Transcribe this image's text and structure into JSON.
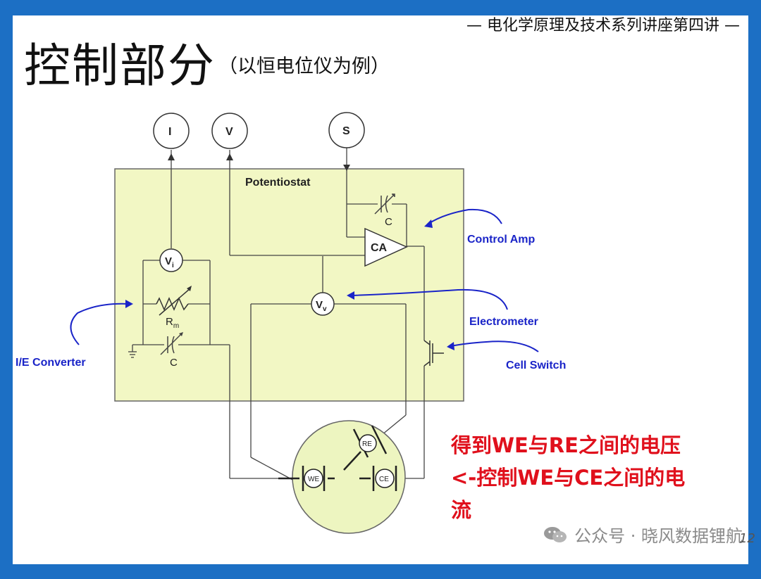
{
  "slide": {
    "series_label": "— 电化学原理及技术系列讲座第四讲 —",
    "title": "控制部分",
    "subtitle": "（以恒电位仪为例）",
    "note_line1": "得到WE与RE之间的电压",
    "note_line2": "<-控制WE与CE之间的电",
    "note_line3": "流",
    "watermark": "公众号 · 晓风数据锂航",
    "page_number": "12"
  },
  "diagram": {
    "box_label": "Potentiostat",
    "meters": {
      "current": "I",
      "voltage": "V",
      "switch": "S"
    },
    "vi_main": "V",
    "vi_sub": "i",
    "vv_main": "V",
    "vv_sub": "v",
    "amp_label": "CA",
    "cap_top": "C",
    "cap_bottom": "C",
    "rm_main": "R",
    "rm_sub": "m",
    "callout_control_amp": "Control Amp",
    "callout_electrometer": "Electrometer",
    "callout_cell_switch": "Cell Switch",
    "callout_ie_converter": "I/E Converter",
    "electrode_we": "WE",
    "electrode_re": "RE",
    "electrode_ce": "CE",
    "colors": {
      "box_fill": "#f2f7c4",
      "cell_fill": "#edf5c0",
      "callout": "#1a24c8",
      "line": "#444444"
    }
  }
}
